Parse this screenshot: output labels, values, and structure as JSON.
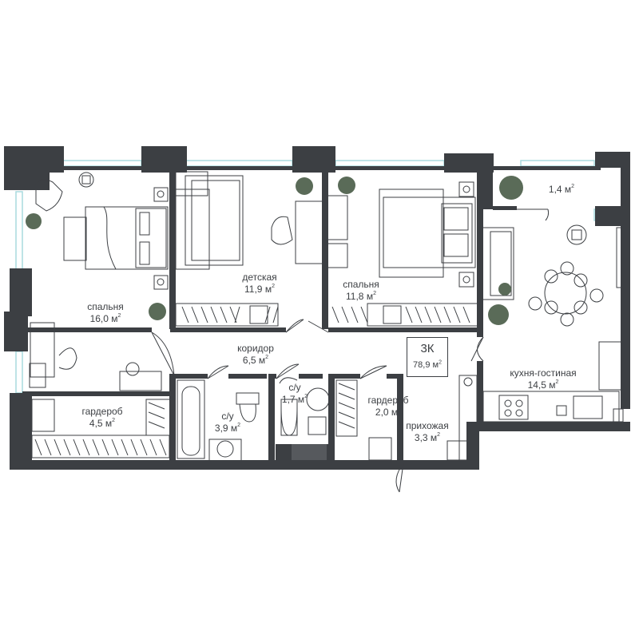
{
  "apartment": {
    "rooms": "3К",
    "total_area": "78,9 м"
  },
  "rooms": {
    "bedroom_1": {
      "name": "спальня",
      "area": "16,0 м"
    },
    "kids_room": {
      "name": "детская",
      "area": "11,9 м"
    },
    "bedroom_2": {
      "name": "спальня",
      "area": "11,8 м"
    },
    "balcony": {
      "name": "",
      "area": "1,4 м"
    },
    "corridor": {
      "name": "коридор",
      "area": "6,5 м"
    },
    "kitchen_living": {
      "name": "кухня-гостиная",
      "area": "14,5 м"
    },
    "wardrobe_1": {
      "name": "гардероб",
      "area": "4,5 м"
    },
    "bathroom_1": {
      "name": "с/у",
      "area": "3,9 м"
    },
    "bathroom_2": {
      "name": "с/у",
      "area": "1,7 м"
    },
    "wardrobe_2": {
      "name": "гардероб",
      "area": "2,0 м"
    },
    "hallway": {
      "name": "прихожая",
      "area": "3,3 м"
    }
  },
  "area_unit_superscript": "2",
  "colors": {
    "wall": "#3c3f43",
    "window": "#a9dadd",
    "furniture": "#3c3f43",
    "plant": "#5a6b58"
  }
}
